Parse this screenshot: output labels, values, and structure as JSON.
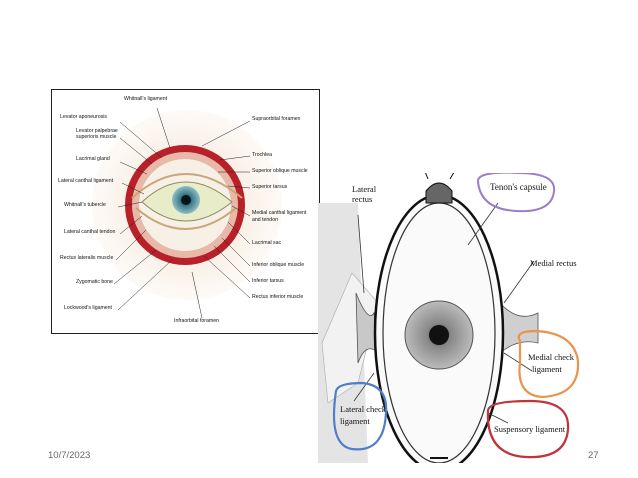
{
  "anatomy_labels": {
    "whitnall": "Whitnall's ligament",
    "levator_aponeurosis": "Levator aponeurosis",
    "levator_palpebrae_1": "Levator palpebrae",
    "levator_palpebrae_2": "superioris muscle",
    "lacrimal_gland": "Lacrimal gland",
    "lateral_canthal_ligament": "Lateral canthal ligament",
    "whitnalls_tubercle": "Whitnall's tubercle",
    "lateral_canthal_tendon": "Lateral canthal tendon",
    "rectus_lateralis": "Rectus lateralis muscle",
    "zygomatic_bone": "Zygomatic bone",
    "lockwoods_ligament": "Lockwood's ligament",
    "infraorbital_foramen": "Infraorbital foramen",
    "supraorbital_foramen": "Supraorbital foramen",
    "trochlea": "Trochlea",
    "superior_oblique": "Superior oblique muscle",
    "superior_tarsus": "Superior tarsus",
    "medial_canthal_1": "Medial canthal ligament",
    "medial_canthal_2": "and tendon",
    "lacrimal_sac": "Lacrimal sac",
    "inferior_oblique": "Inferior oblique muscle",
    "inferior_tarsus": "Inferior tarsus",
    "rectus_inferior": "Rectus inferior muscle"
  },
  "diagram_labels": {
    "lateral_rectus_1": "Lateral",
    "lateral_rectus_2": "rectus",
    "tenons_capsule": "Tenon's capsule",
    "medial_rectus": "Medial rectus",
    "medial_check_1": "Medial check",
    "medial_check_2": "ligament",
    "lateral_check_1": "Lateral check",
    "lateral_check_2": "ligament",
    "suspensory": "Suspensory ligament"
  },
  "highlight_colors": {
    "tenons_capsule": "#9a7fc8",
    "medial_check": "#e8944a",
    "lateral_check": "#4f7fc7",
    "suspensory": "#c0343c"
  },
  "footer": {
    "date": "10/7/2023",
    "page": "27"
  }
}
